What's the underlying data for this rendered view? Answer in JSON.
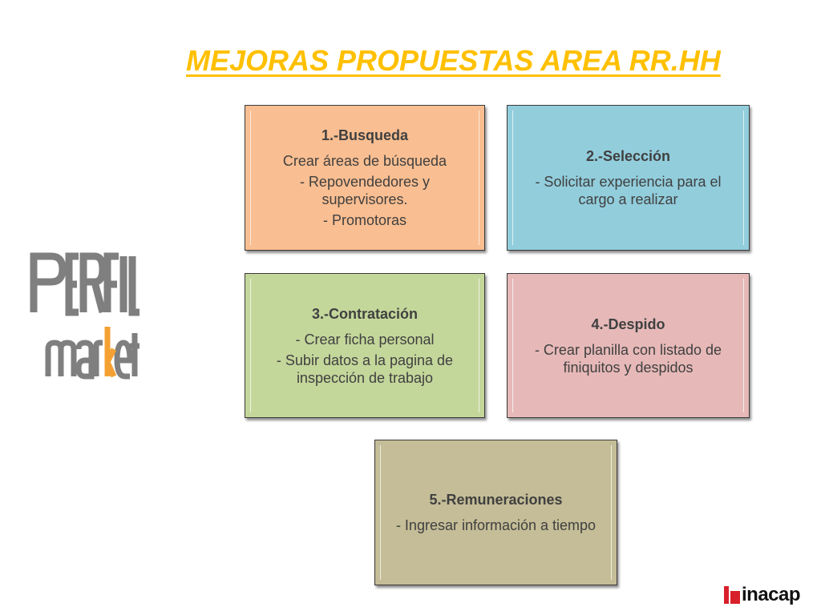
{
  "title": "MEJORAS PROPUESTAS AREA RR.HH",
  "colors": {
    "title": "#ffc000",
    "box_1": "#f9be91",
    "box_2": "#92cddc",
    "box_3": "#c4d79b",
    "box_4": "#e6b9b8",
    "box_5": "#c4bd97",
    "logo_gray": "#7f7f7f",
    "logo_orange": "#f4a033",
    "inacap_red": "#d8202a"
  },
  "boxes": [
    {
      "heading": "1.-Busqueda",
      "lines": [
        "Crear áreas de búsqueda",
        "- Repovendedores y supervisores.",
        "- Promotoras"
      ]
    },
    {
      "heading": "2.-Selección",
      "lines": [
        "- Solicitar experiencia para el cargo a realizar"
      ]
    },
    {
      "heading": "3.-Contratación",
      "lines": [
        "- Crear ficha personal",
        "- Subir datos a la pagina de inspección de trabajo"
      ]
    },
    {
      "heading": "4.-Despido",
      "lines": [
        "- Crear planilla con listado de finiquitos y despidos"
      ]
    },
    {
      "heading": "5.-Remuneraciones",
      "lines": [
        "- Ingresar información a tiempo"
      ]
    }
  ],
  "logo_left": {
    "line1": "PERFIL",
    "line2": "market"
  },
  "logo_right": {
    "text": "inacap"
  }
}
